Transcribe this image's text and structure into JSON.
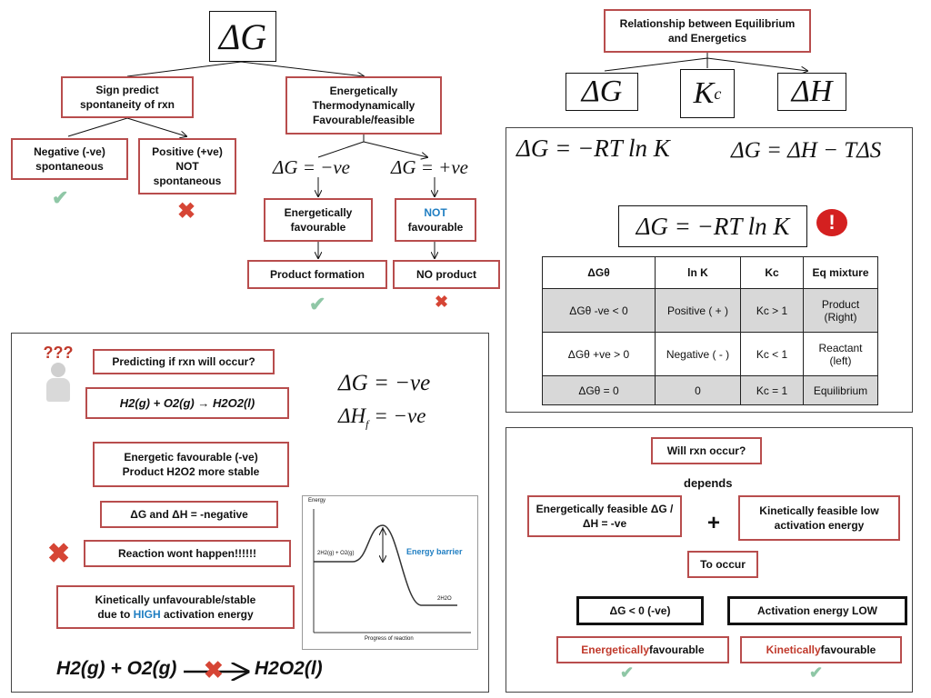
{
  "top_left": {
    "dg": "ΔG",
    "sign_box": "Sign predict spontaneity of rxn",
    "energetic_box": "Energetically Thermodynamically Favourable/feasible",
    "neg_box": "Negative (-ve) spontaneous",
    "pos_box": "Positive (+ve) NOT spontaneous",
    "eq_neg": "ΔG = −ve",
    "eq_pos": "ΔG = +ve",
    "en_fav": "Energetically favourable",
    "not_fav_blue": "NOT",
    "not_fav_rest": "favourable",
    "product": "Product formation",
    "no_product": "NO product"
  },
  "top_right": {
    "title": "Relationship between Equilibrium and Energetics",
    "dg": "ΔG",
    "kc": "K",
    "kc_sub": "c",
    "dh": "ΔH"
  },
  "mid_right": {
    "eq1": "ΔG = −RT ln K",
    "eq2": "ΔG = ΔH − TΔS",
    "eq3": "ΔG = −RT ln K",
    "table": {
      "headers": [
        "ΔGθ",
        "ln K",
        "Kc",
        "Eq mixture"
      ],
      "rows": [
        [
          "ΔGθ -ve < 0",
          "Positive ( + )",
          "Kc > 1",
          "Product (Right)"
        ],
        [
          "ΔGθ +ve > 0",
          "Negative ( - )",
          "Kc < 1",
          "Reactant (left)"
        ],
        [
          "ΔGθ = 0",
          "0",
          "Kc = 1",
          "Equilibrium"
        ]
      ]
    }
  },
  "bottom_left": {
    "question_marks": "???",
    "predicting": "Predicting if rxn will occur?",
    "reaction": "H2(g) + O2(g) → H2O2(l)",
    "eq_dg": "ΔG = −ve",
    "eq_dhf": "ΔH",
    "eq_dhf_sub": "f",
    "eq_dhf_rest": " = −ve",
    "energetic_fav_line1": "Energetic favourable (-ve)",
    "energetic_fav_line2": "Product H2O2 more stable",
    "dg_dh": "ΔG and ΔH = -negative",
    "wont_happen": "Reaction wont happen!!!!!!",
    "kinetic_line1": "Kinetically unfavourable/stable",
    "kinetic_line2_pre": "due to ",
    "kinetic_high": "HIGH",
    "kinetic_line2_post": " activation energy",
    "graph": {
      "ylabel": "Energy",
      "xlabel": "Progress of reaction",
      "reactant": "2H2(g) + O2(g)",
      "product": "2H2O",
      "barrier": "Energy barrier"
    },
    "bottom_reaction_left": "H2(g) + O2(g)",
    "bottom_reaction_right": "H2O2(l)"
  },
  "bottom_right": {
    "will": "Will rxn occur?",
    "depends": "depends",
    "energetic_feasible": "Energetically feasible ΔG / ΔH = -ve",
    "plus": "+",
    "kinetic_feasible": "Kinetically feasible low activation energy",
    "to_occur": "To occur",
    "dg_lt0": "ΔG < 0 (-ve)",
    "act_low": "Activation energy LOW",
    "en_word": "Energetically",
    "kin_word": "Kinetically",
    "fav_word": " favourable"
  },
  "colors": {
    "box_border": "#b84d4d",
    "accent_red": "#c0392b",
    "accent_blue": "#1f7ec2",
    "check": "#8fc7a6",
    "cross": "#d64535"
  }
}
